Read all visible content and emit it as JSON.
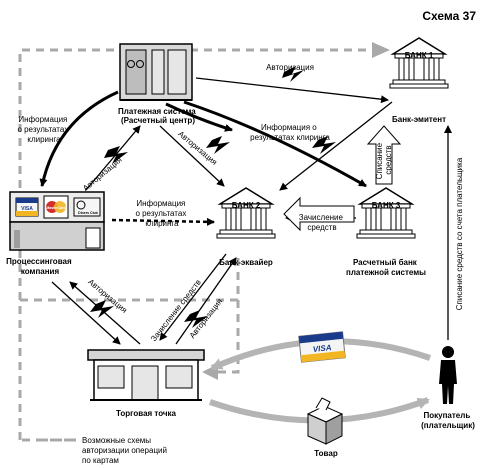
{
  "scheme_title": "Схема 37",
  "nodes": {
    "payment_system": [
      "Платежная система",
      "(Расчетный центр)"
    ],
    "bank1_label": "БАНК 1",
    "bank1_name": "Банк-эмитент",
    "bank2_label": "БАНК 2",
    "bank2_name": "Банк-эквайер",
    "bank3_label": "БАНК 3",
    "bank3_name": [
      "Расчетный банк",
      "платежной системы"
    ],
    "processing": [
      "Процессинговая",
      "компания"
    ],
    "shop": "Торговая точка",
    "buyer": [
      "Покупатель",
      "(плательщик)"
    ],
    "goods": "Товар"
  },
  "card_labels": {
    "visa": "VISA",
    "mastercard": "MasterCard",
    "diners": "Diners Club"
  },
  "edge_labels": {
    "authorization": "Авторизация",
    "clearing_info": [
      "Информация",
      "о результатах",
      "клиринга"
    ],
    "clearing_info_center": [
      "Информация о",
      "результатах клиринга"
    ],
    "clearing_info_proc": [
      "Информация",
      "о результатах",
      "клиринга"
    ],
    "crediting": [
      "Зачисление",
      "средств"
    ],
    "debiting": [
      "Списание",
      "средств"
    ],
    "crediting_diag": "Зачисление средств",
    "debit_from_account": "Списание средств со счета плательщика"
  },
  "legend": [
    "Возможные схемы",
    "авторизации операций",
    "по картам"
  ],
  "colors": {
    "dashed": "#a9a9a9",
    "arrow": "#000000",
    "grey_arrow": "#b4b4b4",
    "visa_blue": "#1a3a8c",
    "visa_gold": "#f2b623"
  }
}
